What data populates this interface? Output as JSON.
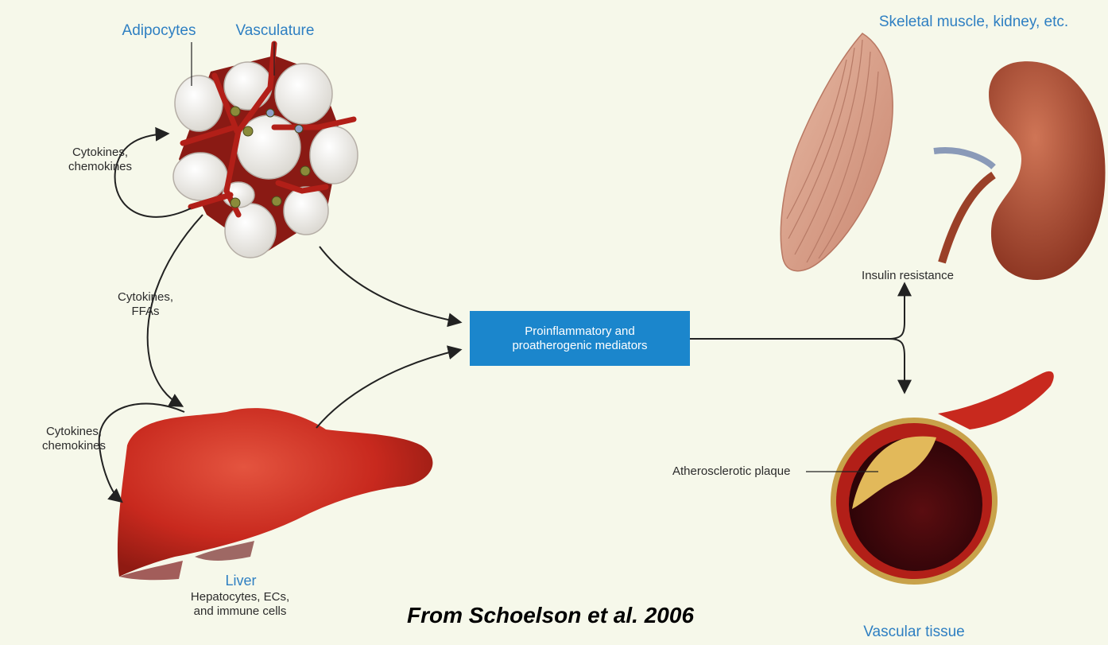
{
  "labels": {
    "adipocytes": "Adipocytes",
    "vasculature": "Vasculature",
    "skeletal_kidney": "Skeletal muscle, kidney, etc.",
    "cytokines_chemokines_top": "Cytokines,\nchemokines",
    "cytokines_ffas": "Cytokines,\nFFAs",
    "cytokines_chemokines_liver": "Cytokines,\nchemokines",
    "mediators": "Proinflammatory and\nproatherogenic mediators",
    "insulin_resistance": "Insulin resistance",
    "atherosclerotic_plaque": "Atherosclerotic plaque",
    "liver": "Liver",
    "liver_sub": "Hepatocytes, ECs,\nand immune cells",
    "vascular_tissue": "Vascular tissue"
  },
  "citation": "From Schoelson et al. 2006",
  "colors": {
    "background": "#f6f8ea",
    "accent_blue": "#2e7fc2",
    "box_blue": "#1b86cc",
    "liver_red": "#c8291e",
    "vessel_red": "#b21f18",
    "plaque_yellow": "#e2b95a",
    "muscle_pink": "#d9a088",
    "kidney_brown": "#a8472c"
  }
}
